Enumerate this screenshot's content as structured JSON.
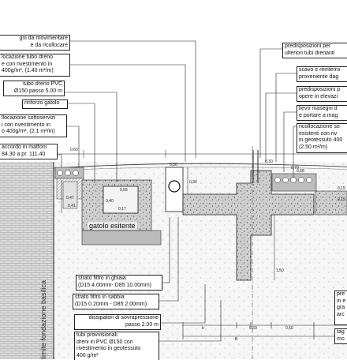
{
  "callouts_left": [
    {
      "lines": [
        "gni da movimentare",
        "e da ricollocare"
      ]
    },
    {
      "lines": [
        "locazione tubo dreno",
        "e con rivestimento in",
        "400g/m², (1.40 m²/m)"
      ]
    },
    {
      "lines": [
        "tubo dreno PVC",
        "Ø150 passo 5.00 m"
      ]
    },
    {
      "lines": [
        "rinforzo gatolo"
      ]
    },
    {
      "lines": [
        "llocazione sottoservizi",
        "i con rivestimento in",
        "o 400g/m², (2.1 m²/m)"
      ]
    },
    {
      "lines": [
        "accordo in mattoni",
        "84.30 a pr. 111.40"
      ]
    }
  ],
  "callouts_right": [
    {
      "lines": [
        "predisposizioni per",
        "ulteriori tubi drenanti"
      ]
    },
    {
      "lines": [
        "scavo e reinterro",
        "proveniente dag"
      ]
    },
    {
      "lines": [
        "predisposizioni p",
        "opere in elevazi"
      ]
    },
    {
      "lines": [
        "lievo masegni d",
        "e portare a mag"
      ]
    },
    {
      "lines": [
        "ricollocazione so",
        "esistenti con riv",
        "in geotessuto 400",
        "(2.50 m²/m)"
      ]
    }
  ],
  "callouts_bottom": [
    {
      "lines": [
        "strato filtro in ghiaia",
        "(D15 4.00mm- D85 10.00mm)"
      ]
    },
    {
      "lines": [
        "strato filtro in sabbia",
        "(D15 0.20mm - D85 2.00mm)"
      ]
    },
    {
      "lines": [
        "dissipatori di sovrapressione",
        "passo 2.00 m"
      ]
    },
    {
      "lines": [
        "tubi provvisionali",
        "dreni in PVC Ø150 con",
        "rivestimento in geotessuto",
        "400 g/m²"
      ]
    }
  ],
  "callouts_bottom_right": [
    {
      "lines": [
        "pre",
        "in e",
        "gra",
        "arc"
      ]
    },
    {
      "lines": [
        "tag",
        "mo"
      ]
    }
  ],
  "labels": {
    "gatolo": "gatolo esitente",
    "foundation": "limite fondazione basilica"
  },
  "dimensions": {
    "d060_top": "0,60",
    "d030": "0,30",
    "d068": "0,68",
    "d015": "0,15",
    "d055": "0,55",
    "d070": "0,70",
    "d017": "0,17",
    "d047": "0,47",
    "d040": "0,40",
    "d041": "0,41",
    "d015b": "0,15",
    "d150": "1,50",
    "d030b": "0,30",
    "d060_bot": "0,60",
    "d050": "0,50",
    "d_b": "b",
    "d_B": "B",
    "d030c": "0,30"
  },
  "colors": {
    "ink": "#222222",
    "fill_concrete": "#cfcfcf",
    "fill_brick": "#d4d4d4",
    "fill_ground": "#f0f0f0"
  }
}
